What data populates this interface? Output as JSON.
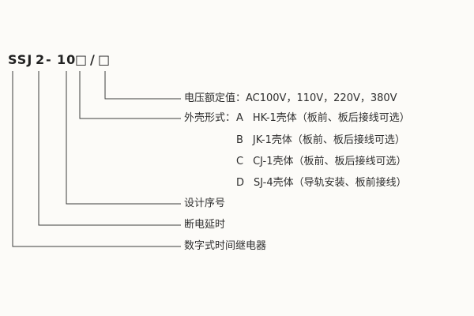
{
  "model": {
    "segments": [
      "SSJ",
      "2",
      "-",
      "10",
      "□",
      "/",
      "□"
    ]
  },
  "labels": {
    "voltage": "电压额定值：AC100V，110V，220V，380V",
    "case_prefix": "外壳形式：",
    "design_serial": "设计序号",
    "power_off_delay": "断电延时",
    "product_type": "数字式时间继电器"
  },
  "case_options": [
    {
      "letter": "A",
      "desc": "HK-1壳体（板前、板后接线可选）"
    },
    {
      "letter": "B",
      "desc": "JK-1壳体（板前、板后接线可选）"
    },
    {
      "letter": "C",
      "desc": "CJ-1壳体（板前、板后接线可选）"
    },
    {
      "letter": "D",
      "desc": "SJ-4壳体（导轨安装、板前接线）"
    }
  ]
}
